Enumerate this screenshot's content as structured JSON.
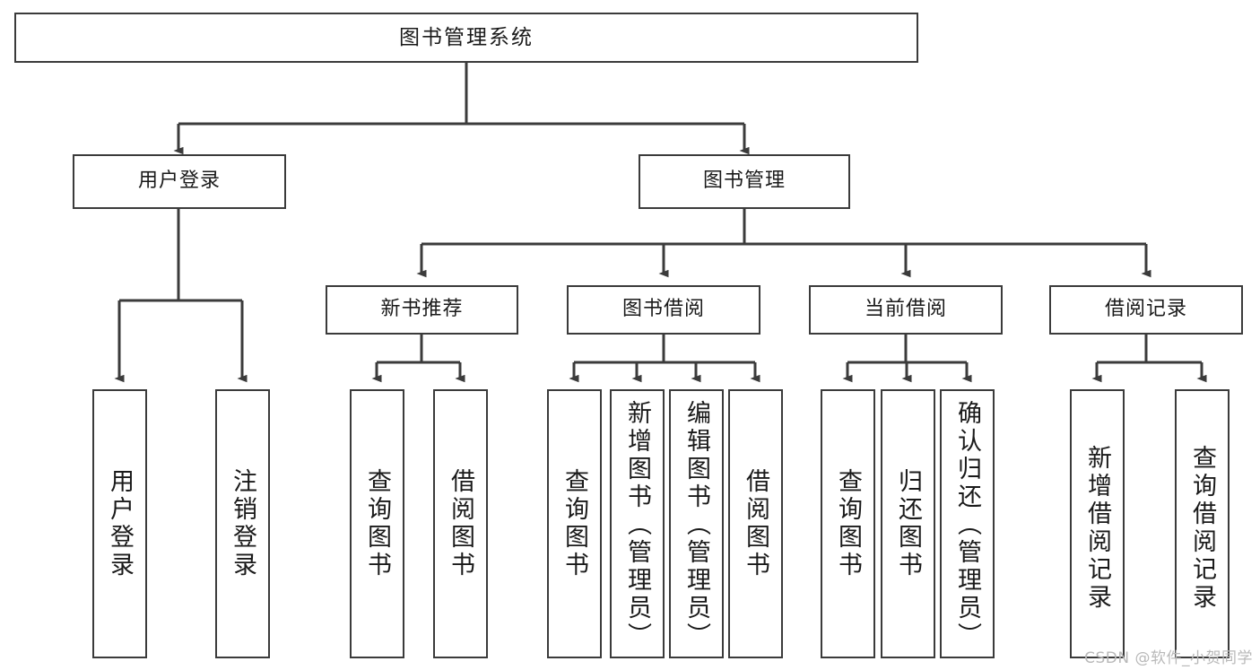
{
  "diagram": {
    "type": "tree",
    "title": "图书管理系统",
    "root": {
      "label": "图书管理系统"
    },
    "level1": [
      {
        "id": "user-login",
        "label": "用户登录"
      },
      {
        "id": "book-manage",
        "label": "图书管理"
      }
    ],
    "level2": [
      {
        "id": "new-book-recommend",
        "label": "新书推荐",
        "parent": "book-manage"
      },
      {
        "id": "book-borrow",
        "label": "图书借阅",
        "parent": "book-manage"
      },
      {
        "id": "current-borrow",
        "label": "当前借阅",
        "parent": "book-manage"
      },
      {
        "id": "borrow-record",
        "label": "借阅记录",
        "parent": "book-manage"
      }
    ],
    "leaves": {
      "user-login": [
        {
          "id": "leaf-user-login",
          "label": "用户登录"
        },
        {
          "id": "leaf-logout",
          "label": "注销登录"
        }
      ],
      "new-book-recommend": [
        {
          "id": "leaf-query-book-1",
          "label": "查询图书"
        },
        {
          "id": "leaf-borrow-book-1",
          "label": "借阅图书"
        }
      ],
      "book-borrow": [
        {
          "id": "leaf-query-book-2",
          "label": "查询图书"
        },
        {
          "id": "leaf-add-book",
          "label": "新增图书（管理员）"
        },
        {
          "id": "leaf-edit-book",
          "label": "编辑图书（管理员）"
        },
        {
          "id": "leaf-borrow-book-2",
          "label": "借阅图书"
        }
      ],
      "current-borrow": [
        {
          "id": "leaf-query-book-3",
          "label": "查询图书"
        },
        {
          "id": "leaf-return-book",
          "label": "归还图书"
        },
        {
          "id": "leaf-confirm-return",
          "label": "确认归还（管理员）"
        }
      ],
      "borrow-record": [
        {
          "id": "leaf-add-record",
          "label": "新增借阅记录"
        },
        {
          "id": "leaf-query-record",
          "label": "查询借阅记录"
        }
      ]
    },
    "colors": {
      "stroke": "#3b3b3b",
      "fill": "#ffffff",
      "text": "#1a1a1a",
      "watermark": "#b9b9b9"
    }
  },
  "watermark": {
    "text": "CSDN @软件_小贺同学"
  }
}
